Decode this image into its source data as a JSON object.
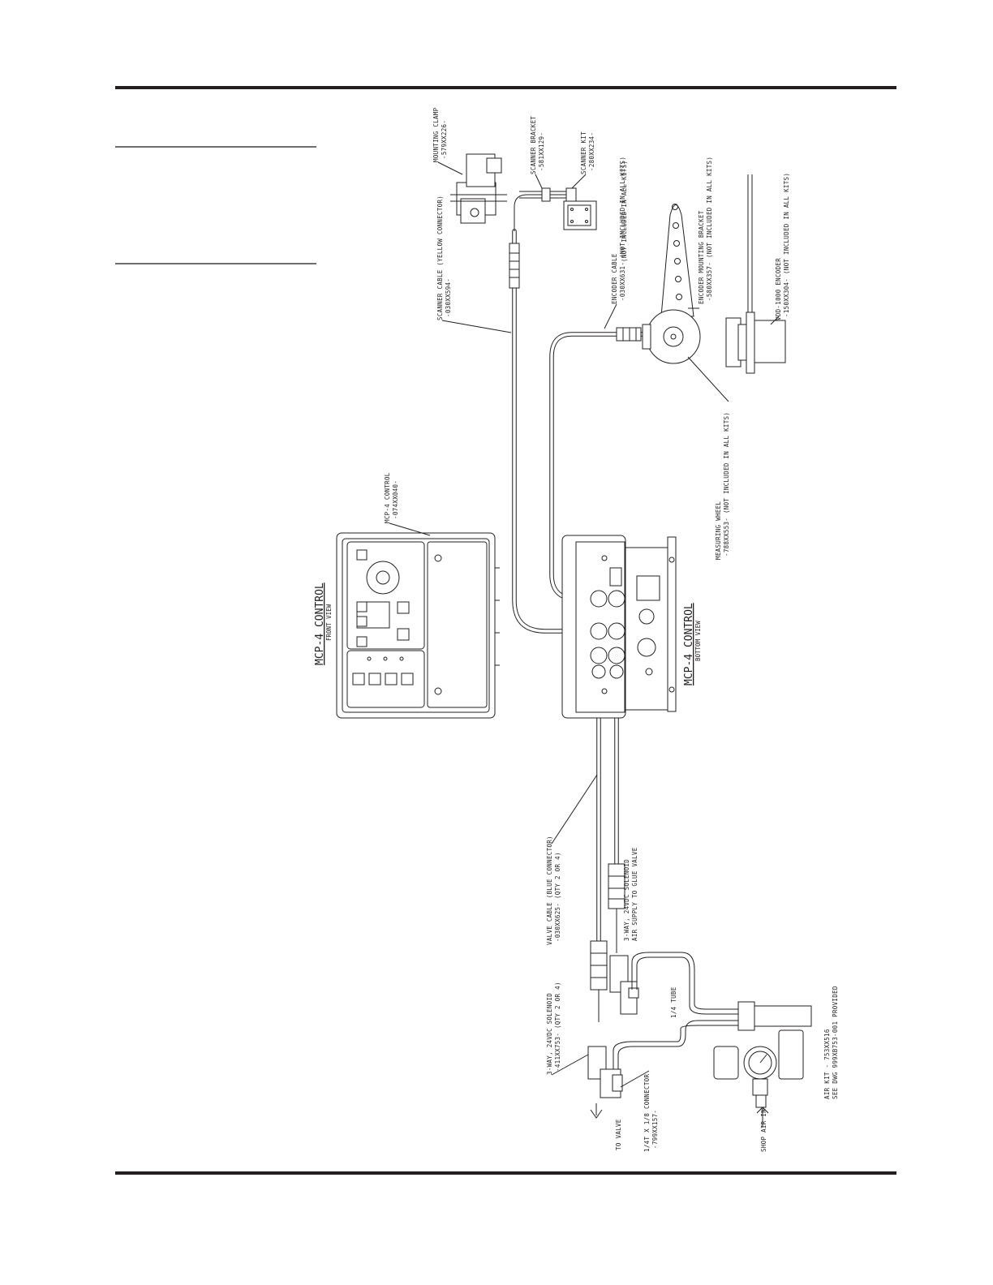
{
  "labels": {
    "mounting_clamp": "MOUNTING CLAMP",
    "mounting_clamp_pn": "-579XX226-",
    "scanner_bracket": "SCANNER BRACKET",
    "scanner_bracket_pn": "-581XX129-",
    "scanner_kit": "SCANNER KIT",
    "scanner_kit_pn": "-280XX234-",
    "scanner_kit_note": "(NOT INCLUDED IN ALL KITS)",
    "scanner_cable": "SCANNER CABLE (YELLOW CONNECTOR)",
    "scanner_cable_pn": "-030XX594-",
    "encoder_cable": "ENCODER CABLE",
    "encoder_cable_pn": "-030XX631- (NOT INCLUDED IN ALL KITS)",
    "encoder_bracket": "ENCODER MOUNTING BRACKET",
    "encoder_bracket_pn": "-580XX357- (NOT INCLUDED IN ALL KITS)",
    "vdd_encoder": "VDD-1000 ENCODER",
    "vdd_encoder_pn": "-150XX304- (NOT INCLUDED IN ALL KITS)",
    "measuring_wheel": "MEASURING WHEEL",
    "measuring_wheel_pn": "-788XX553- (NOT INCLUDED IN ALL KITS)",
    "mcp_control": "MCP-4 CONTROL",
    "mcp_control_pn": "-074XX040-",
    "front_title": "MCP-4 CONTROL",
    "front_sub": "FRONT VIEW",
    "bottom_title": "MCP-4 CONTROL",
    "bottom_sub": "BOTTOM VIEW",
    "valve_cable": "VALVE CABLE (BLUE CONNECTOR)",
    "valve_cable_pn": "-030XX625- (QTY 2 OR 4)",
    "solenoid_glue": "3-WAY, 24VDC SOLENOID",
    "solenoid_glue_sub": "AIR SUPPLY TO GLUE VALVE",
    "solenoid": "3-WAY, 24VDC SOLENOID",
    "solenoid_pn": "-411XX753- (QTY 2 OR 4)",
    "tube": "1/4 TUBE",
    "to_valve": "TO VALVE",
    "connector": "1/4T X 1/8 CONNECTOR",
    "connector_pn": "-799XX157-",
    "shop_air": "SHOP AIR IN",
    "air_kit": "AIR KIT - 753XX516",
    "air_kit_sub": "SEE DWG 999XB753-001 PROVIDED"
  },
  "colors": {
    "ink": "#231f20",
    "rule": "#231f20",
    "gray": "#6d6e71"
  }
}
